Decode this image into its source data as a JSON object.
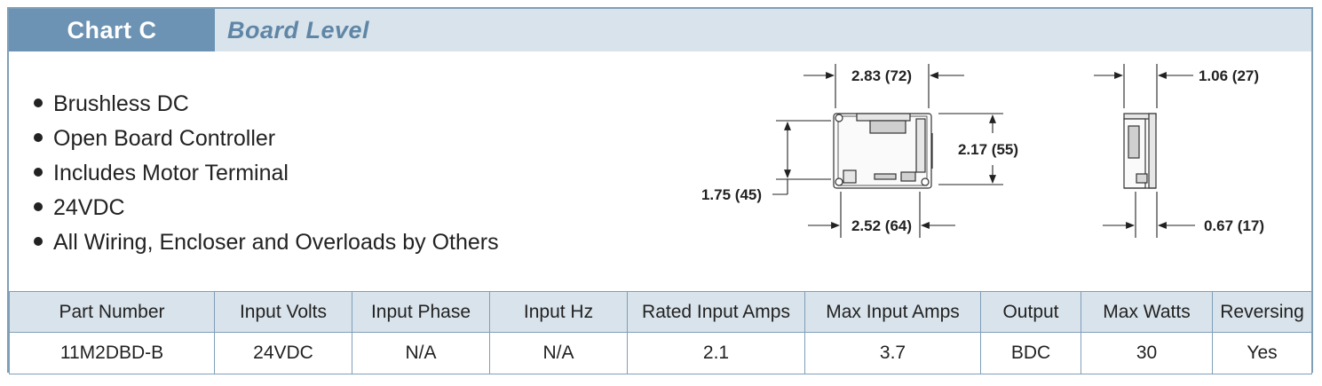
{
  "header": {
    "chart_label": "Chart C",
    "subtitle": "Board Level"
  },
  "features": [
    "Brushless DC",
    "Open Board Controller",
    "Includes Motor Terminal",
    "24VDC",
    "All Wiring, Encloser and Overloads by Others"
  ],
  "dimensions": {
    "top_width": "2.83 (72)",
    "height_right": "2.17 (55)",
    "height_left": "1.75 (45)",
    "bottom_width": "2.52 (64)",
    "side_depth_top": "1.06 (27)",
    "side_depth_bottom": "0.67 (17)"
  },
  "table": {
    "headers": [
      "Part Number",
      "Input Volts",
      "Input Phase",
      "Input Hz",
      "Rated Input Amps",
      "Max Input Amps",
      "Output",
      "Max Watts",
      "Reversing"
    ],
    "rows": [
      [
        "11M2DBD-B",
        "24VDC",
        "N/A",
        "N/A",
        "2.1",
        "3.7",
        "BDC",
        "30",
        "Yes"
      ]
    ]
  },
  "colors": {
    "accent": "#6c93b3",
    "header_band": "#d9e3eb",
    "border": "#7f9fb8"
  }
}
